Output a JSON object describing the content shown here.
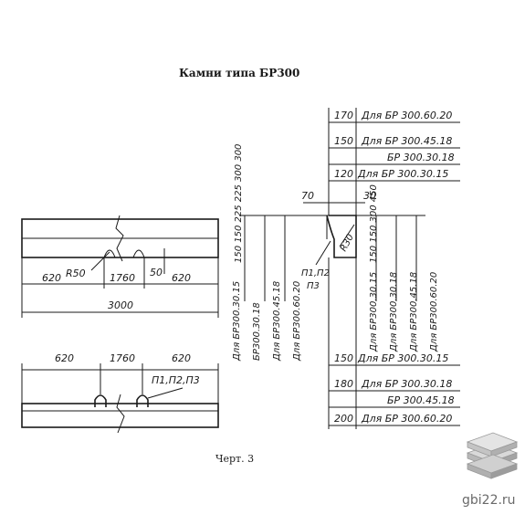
{
  "title": "Камни типа БР300",
  "caption": "Черт. 3",
  "watermark": "gbi22.ru",
  "brand_icon": "stacked-slabs-icon",
  "front_view": {
    "dim_left": "620",
    "dim_mid": "1760",
    "dim_right": "620",
    "dim_total": "3000",
    "radius": "R50",
    "notch_depth": "50"
  },
  "top_view": {
    "dim_left": "620",
    "dim_mid": "1760",
    "dim_right": "620",
    "loops_label": "П1,П2,П3"
  },
  "section": {
    "dim_70": "70",
    "dim_30": "30",
    "radius": "R30",
    "loops_label_1": "П1,П2",
    "loops_label_2": "П3",
    "left_heights": "150 150 225 225 300 300",
    "right_heights": "150 150 300 450",
    "vlabels_left": [
      "Для БР300.30.15",
      "БР300.30.18",
      "Для БР300.45.18",
      "Для БР300.60.20"
    ],
    "vlabels_right": [
      "Для БР300.30.15",
      "Для БР300.30.18",
      "Для БР300.45.18",
      "Для БР300.60.20"
    ]
  },
  "top_table": [
    {
      "dim": "170",
      "text": "Для БР 300.60.20"
    },
    {
      "dim": "150",
      "text": "Для БР 300.45.18"
    },
    {
      "dim": "",
      "text": "БР 300.30.18"
    },
    {
      "dim": "120",
      "text": "Для БР 300.30.15"
    }
  ],
  "bottom_table": [
    {
      "dim": "150",
      "text": "Для БР 300.30.15"
    },
    {
      "dim": "180",
      "text": "Для БР 300.30.18"
    },
    {
      "dim": "",
      "text": "БР 300.45.18"
    },
    {
      "dim": "200",
      "text": "Для БР 300.60.20"
    }
  ]
}
